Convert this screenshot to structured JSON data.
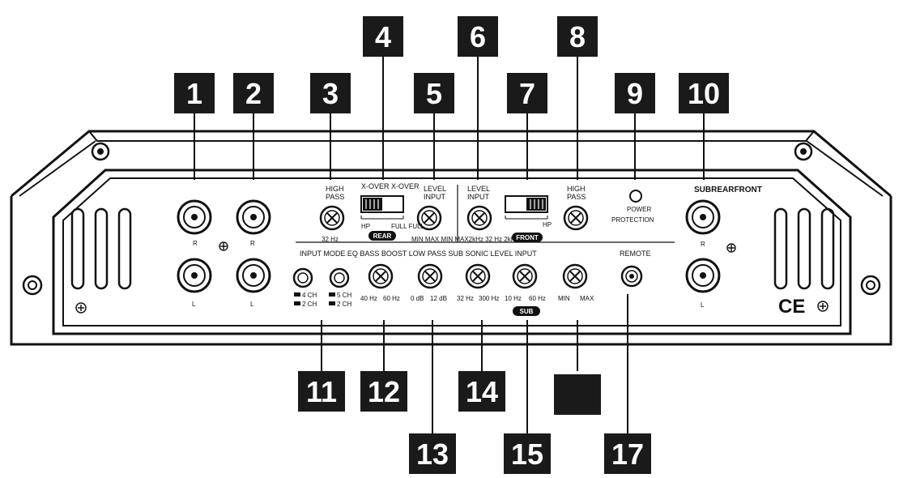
{
  "callouts": [
    "1",
    "2",
    "3",
    "4",
    "5",
    "6",
    "7",
    "8",
    "9",
    "10",
    "11",
    "12",
    "13",
    "14",
    "15",
    "17"
  ],
  "rca": {
    "r": "R",
    "l": "L"
  },
  "rear": {
    "hp_title_1": "HIGH",
    "hp_title_2": "PASS",
    "hp_freq": "32 Hz",
    "xover_title": "X-OVER X-OVER",
    "sw_left": "HP",
    "sw_right": "FULL FULL",
    "pill": "REAR",
    "level_title_1": "LEVEL",
    "level_title_2": "INPUT",
    "range": "MIN MAX MIN MAX2kHz 32 Hz 2kHz"
  },
  "front": {
    "level_title_1": "LEVEL",
    "level_title_2": "INPUT",
    "sw_right": "HP",
    "pill": "FRONT",
    "hp_title_1": "HIGH",
    "hp_title_2": "PASS"
  },
  "power": {
    "line1": "POWER",
    "line2": "PROTECTION"
  },
  "sub_rear_front": "SUBREARFRONT",
  "bottom_row": {
    "header": "INPUT MODE EQ BASS BOOST LOW PASS SUB SONIC LEVEL  INPUT",
    "mode_a_1": "4 CH",
    "mode_a_2": "2 CH",
    "mode_b_1": "5 CH",
    "mode_b_2": "2 CH",
    "bass_range_min": "40 Hz",
    "bass_range_max": "60 Hz",
    "boost_min": "0 dB",
    "boost_max": "12 dB",
    "lp_min": "32 Hz",
    "lp_max": "300 Hz",
    "sonic_min": "10 Hz",
    "sonic_max": "60 Hz",
    "sub_pill": "SUB",
    "level_min": "MIN",
    "level_max": "MAX",
    "remote": "REMOTE"
  },
  "ce_mark": "CE",
  "colors": {
    "ink": "#111111",
    "panel": "#ffffff",
    "badge": "#1a1a1a"
  }
}
